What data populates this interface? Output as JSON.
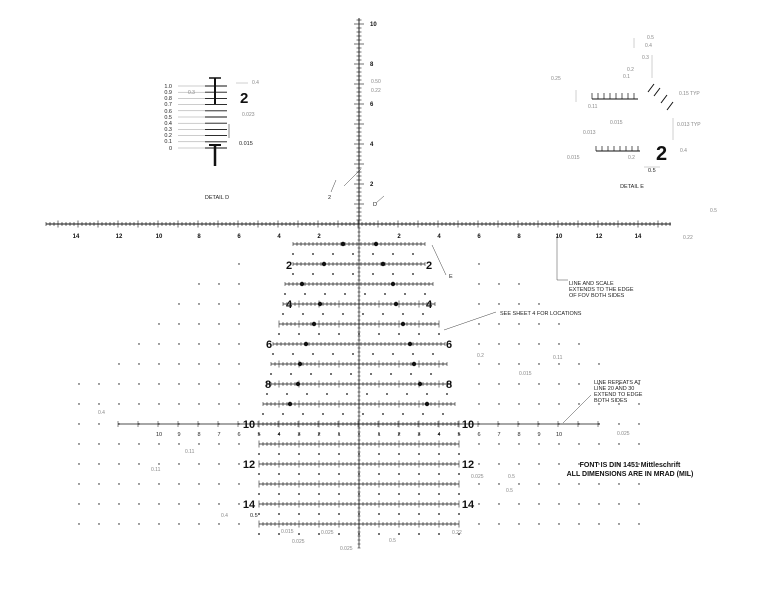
{
  "drawing": {
    "top_scale_labels": [
      "10",
      "8",
      "6",
      "4",
      "2"
    ],
    "top_dims": [
      "0.50",
      "0.22"
    ],
    "horizontal_scale_labels": [
      "14",
      "12",
      "10",
      "8",
      "6",
      "4",
      "2",
      "2",
      "4",
      "6",
      "8",
      "10",
      "12",
      "14"
    ],
    "right_dims": [
      "0.5",
      "0.22"
    ],
    "tree_labels": [
      "2",
      "2",
      "4",
      "4",
      "6",
      "6",
      "8",
      "8",
      "10",
      "10",
      "12",
      "12",
      "14",
      "14"
    ],
    "wind_row_10": [
      "10",
      "9",
      "8",
      "7",
      "6",
      "5",
      "4",
      "3",
      "2",
      "1",
      "1",
      "2",
      "3",
      "4",
      "5",
      "6",
      "7",
      "8",
      "9",
      "10"
    ],
    "leader_2_label": "2",
    "leader_e_label": "E",
    "leader_d_label": "D"
  },
  "detail_d": {
    "title": "DETAIL D",
    "scale_values": [
      "1.0",
      "0.9",
      "0.8",
      "0.7",
      "0.6",
      "0.5",
      "0.4",
      "0.3",
      "0.2",
      "0.1",
      "0"
    ],
    "big_number": "2",
    "dims": [
      "0.4",
      "0.3",
      "0.023",
      "0.015"
    ]
  },
  "detail_e": {
    "title": "DETAIL E",
    "top_dims": [
      "0.5",
      "0.4",
      "0.3",
      "0.2",
      "0.1"
    ],
    "side_dims": [
      "0.25",
      "0.11",
      "0.15 TYP",
      "0.015",
      "0.013 TYP",
      "0.013",
      "0.015",
      "0.2",
      "0.4",
      "0.5"
    ],
    "big_number": "2"
  },
  "notes": {
    "fov_note": [
      "LINE AND SCALE",
      "EXTENDS TO THE EDGE",
      "OF FOV BOTH SIDES"
    ],
    "sheet_note": "SEE SHEET 4 FOR LOCATIONS",
    "repeat_note": [
      "LINE REPEATS AT",
      "LINE 20 AND 30",
      "EXTEND TO EDGE",
      "BOTH SIDES"
    ],
    "font_note": [
      "FONT IS DIN 1451 Mittleschrift",
      "ALL DIMENSIONS ARE IN MRAD (MIL)"
    ]
  },
  "scattered_dims": [
    "0.2",
    "0.11",
    "0.015",
    "0.4",
    "0.025",
    "0.11",
    "0.11",
    "0.025",
    "0.5",
    "0.4",
    "0.5",
    "0.015",
    "0.025",
    "0.025",
    "0.22",
    "0.5",
    "0.5",
    "0.025"
  ],
  "colors": {
    "ink": "#111111",
    "dim": "#888888",
    "paper": "#ffffff"
  }
}
